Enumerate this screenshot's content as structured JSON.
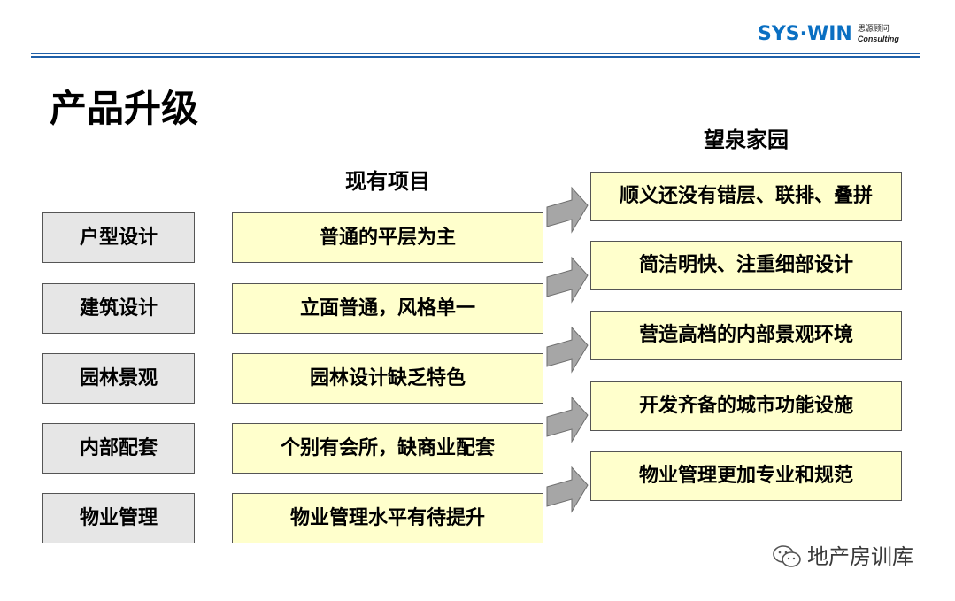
{
  "header": {
    "logo_text": "SYS·WIN",
    "logo_cn": "思源顾问",
    "logo_en": "Consulting",
    "brand_color": "#0a6fc2",
    "rule_color": "#1f5fa8"
  },
  "title": "产品升级",
  "columns": {
    "current_heading": "现有项目",
    "target_heading": "望泉家园"
  },
  "categories": [
    {
      "label": "户型设计",
      "current": "普通的平层为主"
    },
    {
      "label": "建筑设计",
      "current": "立面普通，风格单一"
    },
    {
      "label": "园林景观",
      "current": "园林设计缺乏特色"
    },
    {
      "label": "内部配套",
      "current": "个别有会所，缺商业配套"
    },
    {
      "label": "物业管理",
      "current": "物业管理水平有待提升"
    }
  ],
  "targets": [
    "顺义还没有错层、联排、叠拼",
    "简洁明快、注重细部设计",
    "营造高档的内部景观环境",
    "开发齐备的城市功能设施",
    "物业管理更加专业和规范"
  ],
  "watermark": {
    "icon": "wechat-icon",
    "text": "地产房训库"
  },
  "colors": {
    "category_fill": "#e6e6e6",
    "item_fill": "#ffffcc",
    "arrow_fill": "#a6a6a6"
  }
}
